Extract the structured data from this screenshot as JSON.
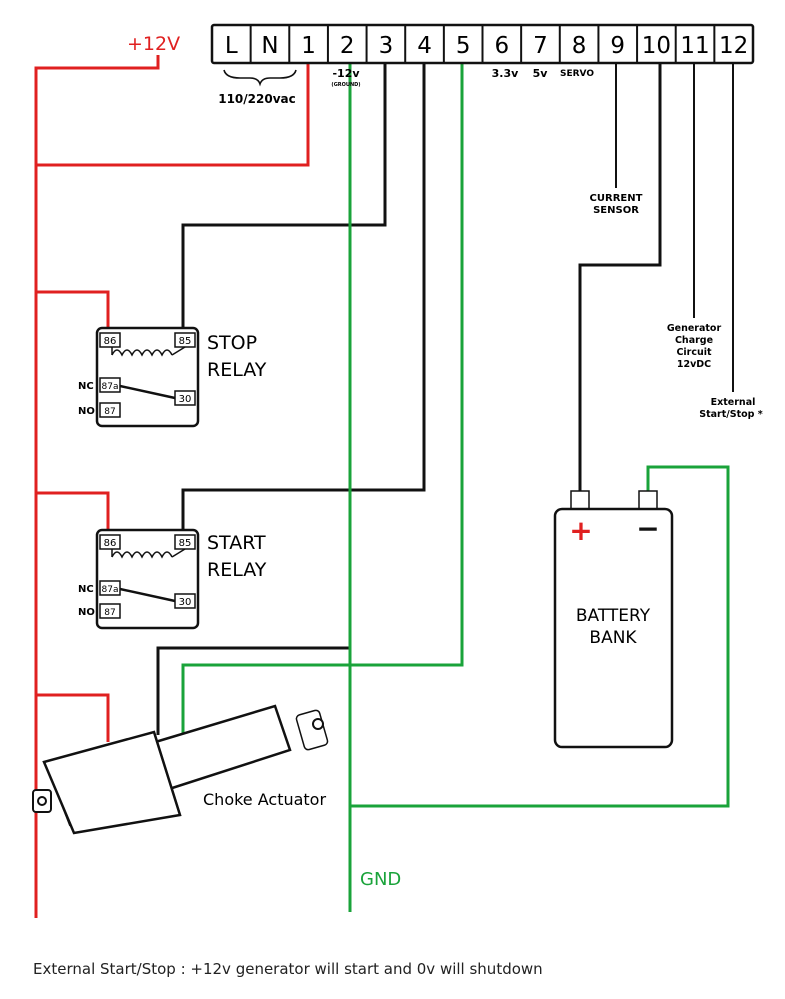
{
  "supply_label": "+12V",
  "terminals": [
    "L",
    "N",
    "1",
    "2",
    "3",
    "4",
    "5",
    "6",
    "7",
    "8",
    "9",
    "10",
    "11",
    "12"
  ],
  "labels": {
    "vac": "110/220vac",
    "neg12": "-12v",
    "ground_small": "(GROUND)",
    "v33": "3.3v",
    "v5": "5v",
    "servo": "SERVO",
    "current_1": "CURRENT",
    "current_2": "SENSOR",
    "gen_1": "Generator",
    "gen_2": "Charge",
    "gen_3": "Circuit",
    "gen_4": "12vDC",
    "ext_1": "External",
    "ext_2": "Start/Stop *",
    "gnd": "GND",
    "actuator": "Choke Actuator",
    "footer": "External Start/Stop : +12v generator will start and 0v will shutdown"
  },
  "stop_relay": {
    "title_1": "STOP",
    "title_2": "RELAY",
    "pin_86": "86",
    "pin_85": "85",
    "pin_87a": "87a",
    "pin_87": "87",
    "pin_30": "30",
    "nc": "NC",
    "no": "NO"
  },
  "start_relay": {
    "title_1": "START",
    "title_2": "RELAY",
    "pin_86": "86",
    "pin_85": "85",
    "pin_87a": "87a",
    "pin_87": "87",
    "pin_30": "30",
    "nc": "NC",
    "no": "NO"
  },
  "battery": {
    "title_1": "BATTERY",
    "title_2": "BANK",
    "plus": "+",
    "minus": "−"
  },
  "colors": {
    "positive": "#e02020",
    "ground": "#1aa33a",
    "signal": "#111111"
  }
}
